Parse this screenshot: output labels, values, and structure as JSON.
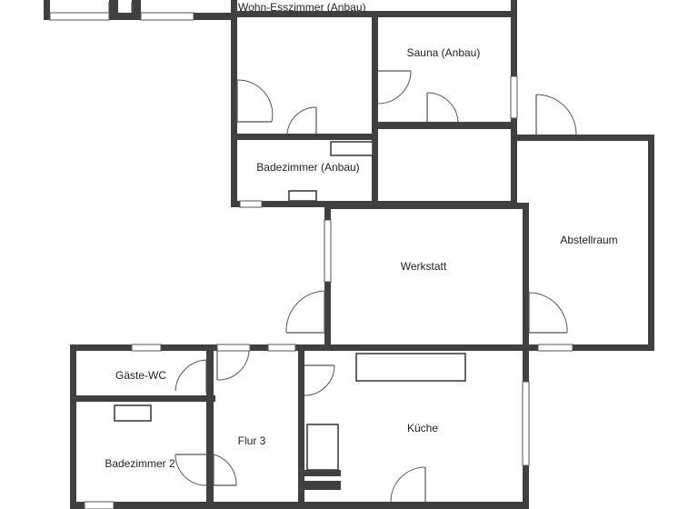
{
  "floor_plan": {
    "rooms": {
      "wohn_esszimmer": "Wohn-Esszimmer (Anbau)",
      "sauna": "Sauna (Anbau)",
      "badezimmer_anbau": "Badezimmer (Anbau)",
      "abstellraum": "Abstellraum",
      "werkstatt": "Werkstatt",
      "gaeste_wc": "Gäste-WC",
      "flur_3": "Flur 3",
      "kueche": "Küche",
      "badezimmer_2": "Badezimmer 2"
    }
  }
}
